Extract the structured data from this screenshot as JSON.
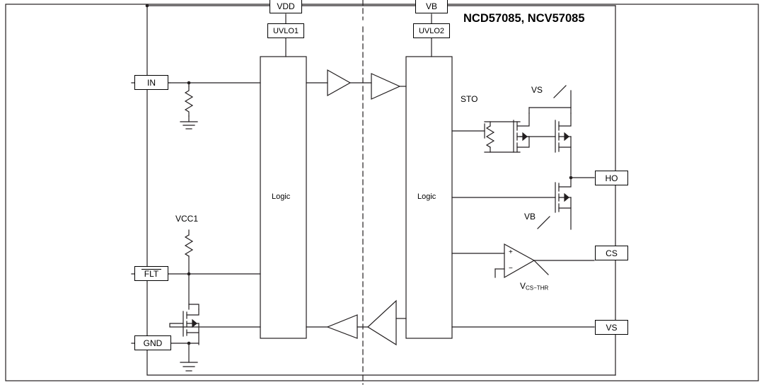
{
  "title": "NCD57085, NCV57085",
  "pins": {
    "vdd": "VDD",
    "vb": "VB",
    "uvlo1": "UVLO1",
    "uvlo2": "UVLO2",
    "in": "IN",
    "flt": "FLT",
    "gnd": "GND",
    "ho": "HO",
    "cs": "CS",
    "vs": "VS"
  },
  "blocks": {
    "logic_left": "Logic",
    "logic_right": "Logic"
  },
  "labels": {
    "sto": "STO",
    "vs_top": "VS",
    "vb_mid": "VB",
    "vcc1": "VCC1",
    "vcs_thr_main": "V",
    "vcs_thr_sub": "CS−THR",
    "comp_plus": "+",
    "comp_minus": "−"
  },
  "colors": {
    "line": "#231f20",
    "text": "#000000",
    "background": "#ffffff"
  }
}
